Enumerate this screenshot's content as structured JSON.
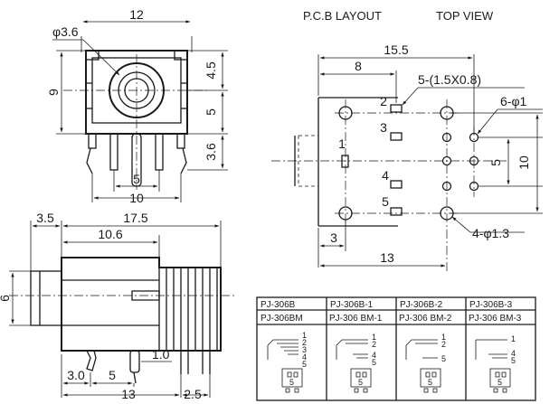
{
  "titles": {
    "pcb_layout": "P.C.B LAYOUT",
    "top_view": "TOP VIEW"
  },
  "front_view": {
    "width": "12",
    "hole_dia": "φ3.6",
    "height": "9",
    "r_upper": "4.5",
    "r_lower": "5",
    "pin_len": "3.6",
    "pin_gap": "5",
    "pin_span": "10"
  },
  "pcb": {
    "width_total": "15.5",
    "width_left": "8",
    "slot_note": "5-(1.5X0.8)",
    "hole_note": "6-φ1",
    "mount_note": "4-φ1.3",
    "pitch_small": "5",
    "pitch_large": "10",
    "edge": "3",
    "length": "13",
    "pins": [
      "1",
      "2",
      "3",
      "4",
      "5"
    ]
  },
  "side_view": {
    "offset": "3.5",
    "length": "17.5",
    "body": "10.6",
    "dia": "6",
    "pin_w": "1.0",
    "a": "3.0",
    "b": "5",
    "c": "13",
    "d": "2.5"
  },
  "table": {
    "headers": [
      "PJ-306B",
      "PJ-306B-1",
      "PJ-306B-2",
      "PJ-306B-3"
    ],
    "subheaders": [
      "PJ-306BM",
      "PJ-306 BM-1",
      "PJ-306 BM-2",
      "PJ-306 BM-3"
    ],
    "schematics": [
      [
        "1",
        "2",
        "3",
        "4",
        "5"
      ],
      [
        "1",
        "2",
        "4",
        "5"
      ],
      [
        "1",
        "2",
        "5"
      ],
      [
        "1",
        "4",
        "5"
      ]
    ],
    "footprint_label": "5"
  }
}
